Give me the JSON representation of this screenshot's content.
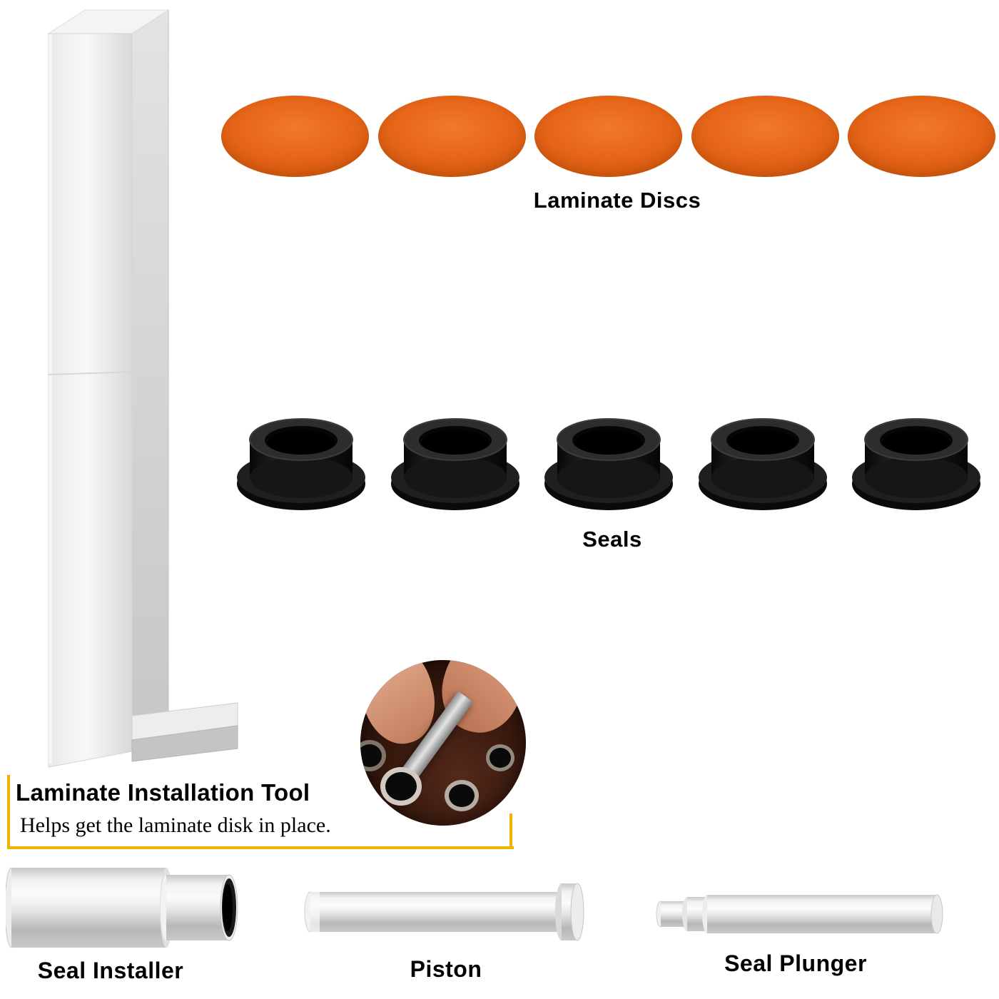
{
  "title_block": {
    "title": "Laminate Installation Tool",
    "description": "Helps get the laminate disk in place."
  },
  "discs": {
    "label": "Laminate Discs",
    "count": 5
  },
  "seals": {
    "label": "Seals",
    "count": 5
  },
  "tools": {
    "seal_installer": "Seal Installer",
    "piston": "Piston",
    "seal_plunger": "Seal Plunger"
  },
  "colors": {
    "disc": "#e8671b",
    "accent_underline": "#f2b200",
    "background": "#ffffff"
  }
}
